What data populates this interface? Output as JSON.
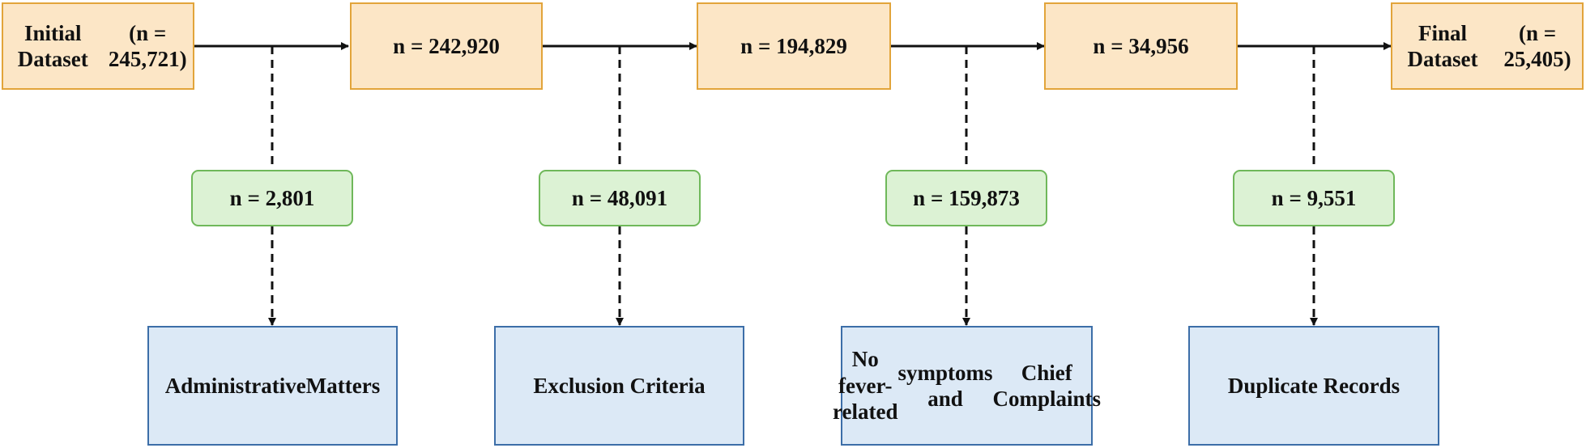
{
  "pipeline": {
    "steps": [
      {
        "lines": [
          "Initial Dataset",
          "(n = 245,721)"
        ]
      },
      {
        "lines": [
          "n = 242,920"
        ]
      },
      {
        "lines": [
          "n = 194,829"
        ]
      },
      {
        "lines": [
          "n = 34,956"
        ]
      },
      {
        "lines": [
          "Final Dataset",
          "(n = 25,405)"
        ]
      }
    ],
    "exclusions": [
      {
        "count": "n = 2,801",
        "reason": [
          "Administrative",
          "Matters"
        ]
      },
      {
        "count": "n = 48,091",
        "reason": [
          "Exclusion Criteria"
        ]
      },
      {
        "count": "n = 159,873",
        "reason": [
          "No fever-related",
          "symptoms and",
          "Chief Complaints"
        ]
      },
      {
        "count": "n = 9,551",
        "reason": [
          "Duplicate Records"
        ]
      }
    ]
  },
  "colors": {
    "step_fill": "#fce6c6",
    "step_border": "#e2a43a",
    "count_fill": "#dcf2d4",
    "count_border": "#6fb85a",
    "reason_fill": "#dce9f6",
    "reason_border": "#3c6ea8"
  }
}
